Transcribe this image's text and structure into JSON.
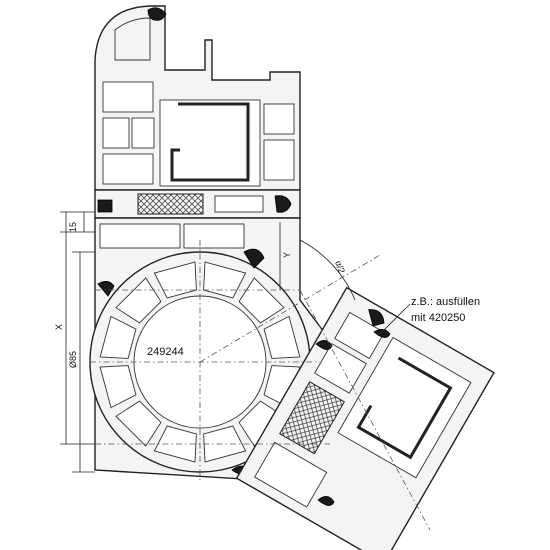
{
  "drawing": {
    "profile_number": "249244",
    "note_line1": "z.B.: ausfüllen",
    "note_line2": "mit 420250",
    "dim_15": "15",
    "dim_y": "Y",
    "dim_x": "X",
    "dim_diameter": "Ø85",
    "dim_angle": "α/2"
  }
}
